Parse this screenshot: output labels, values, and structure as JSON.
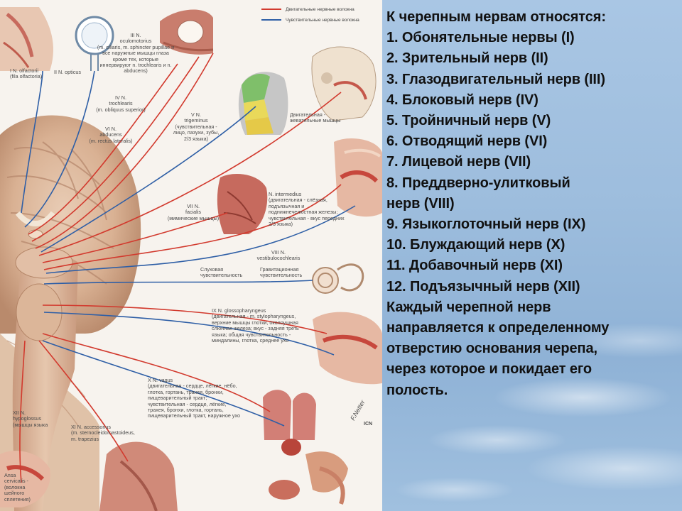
{
  "slide": {
    "heading": "К черепным нервам относятся:",
    "nerves": [
      "1. Обонятельные нервы (I)",
      "2. Зрительный нерв (II)",
      "3. Глазодвигательный нерв (III)",
      "4. Блоковый нерв (IV)",
      "5. Тройничный нерв (V)",
      "6. Отводящий нерв  (VI)",
      "7. Лицевой нерв (VII)",
      "8. Преддверно-улитковый",
      "нерв (VIII)",
      "9. Языкоглоточный нерв (IX)",
      "10. Блуждающий нерв (X)",
      "11. Добавочный нерв (XI)",
      "12. Подъязычный нерв (XII)"
    ],
    "summary": [
      "Каждый черепной нерв",
      "направляется к определенному",
      "отверстию основания черепа,",
      "через которое и покидает его",
      "полость."
    ]
  },
  "figure": {
    "legend": {
      "motor": "Двигательные нервные волокна",
      "sensory": "Чувствительные нервные волокна",
      "motor_color": "#d23a2e",
      "sensory_color": "#2f5fa6"
    },
    "labels": {
      "olfactory": "I N. olfactorii\n(fila olfactoria)",
      "optic": "II N. opticus",
      "oculomotor": "III N.\noculomotorius\n(m. ciliaris, m. sphincter pupillae и\nвсе наружные мышцы глаза\nкроме тех, которые\nиннервируют n. trochlearis и n.\nabducens)",
      "trochlear": "IV N.\ntrochlearis\n(m. obliquus superior)",
      "trigeminal": "V N.\ntrigeminus\n(чувствительная -\nлицо, пазухи, зубы,\n2/3 языка)",
      "abducens": "VI N.\nabducens\n(m. rectus lateralis)",
      "masticatory": "Двигательная -\nжевательные мышцы",
      "facial": "VII N.\nfacialis\n(мимические мышцы)",
      "intermedius": "N. intermedius\n(двигательная - слёзная,\nподъязычная и\nподнижнечелюстная железы;\nчувствительная - вкус передних\n2/3 языка)",
      "vestibulocochlear": "VIII N.\nvestibulocochlearis",
      "auditory": "Слуховая\nчувствительность",
      "vestibular": "Гравитационная\nчувствительность",
      "glossopharyngeal": "IX N. glossopharyngeus\n(двигательная - m. stylopharyngeus,\nверхние мышцы глотки, околоушная\nслюнная железа; вкус - задняя треть\nязыка; общая чувствительность -\nминдалины, глотка, среднее ухо",
      "vagus": "X N. vagus\n(двигательная - сердце, лёгкие, нёбо,\nглотка, гортань, трахея, бронхи,\nпищеварительный тракт;\nчувствительная - сердце, лёгкие,\nтрахея, бронхи, глотка, гортань,\nпищеварительный тракт, наружное ухо",
      "hypoglossal": "XII N.\nhypoglossus\n(мышцы языка",
      "accessory": "XI N. accessorius\n(m. sternocleidomastoideus,\nm. trapezius",
      "ansa": "Ansa\ncervicalis -\n(волокна\nшейного\nсплетения)",
      "signature": "F.Netter",
      "publisher": "ICN"
    }
  }
}
